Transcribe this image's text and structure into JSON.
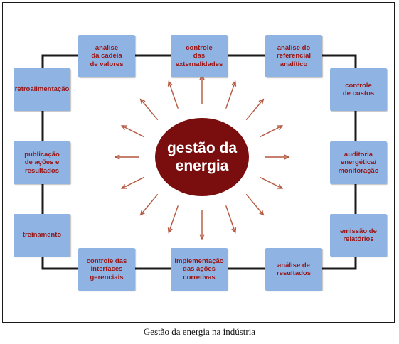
{
  "diagram": {
    "hub": "gestão da\nenergia",
    "nodes": [
      "análise\nda cadeia\nde valores",
      "controle\ndas\nexternalidades",
      "análise do\nreferencial\nanalítico",
      "retroalimentação",
      "controle\nde custos",
      "publicação\nde ações e\nresultados",
      "auditoria\nenergética/\nmonitoração",
      "treinamento",
      "emissão de\nrelatórios",
      "controle das\ninterfaces\ngerenciais",
      "implementação\ndas ações\ncorretivas",
      "análise de\nresultados"
    ],
    "colors": {
      "box": "#8fb4e3",
      "text": "#9a1414",
      "hub": "#7a0d0d",
      "arrow": "#b5573e",
      "ring": "#1a1a1a"
    }
  },
  "caption": "Gestão da energia na indústria"
}
